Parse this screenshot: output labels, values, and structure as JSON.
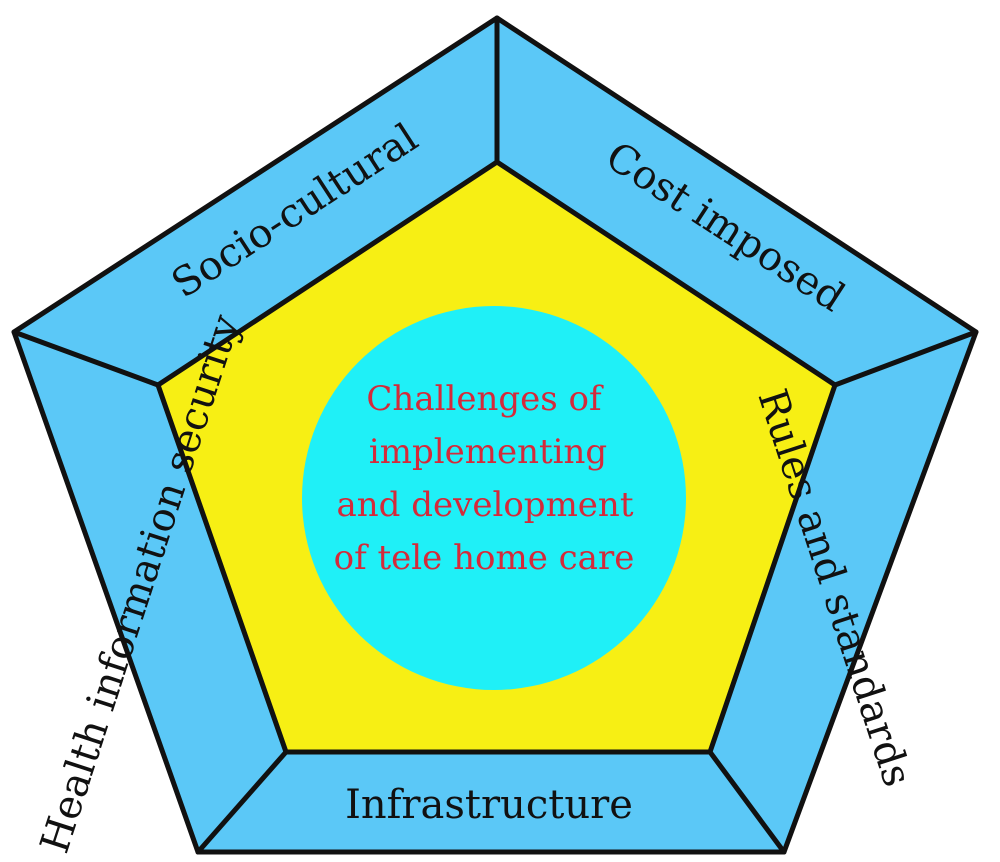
{
  "center": {
    "lines": [
      "Challenges of",
      "implementing",
      "and development",
      "of tele home care"
    ]
  },
  "sides": {
    "top_left": "Socio-cultural",
    "top_right": "Cost imposed",
    "right": "Rules and standards",
    "bottom": "Infrastructure",
    "left": "Health information security"
  },
  "colors": {
    "outer_band": "#5bc8f7",
    "inner_pentagon": "#f7ef14",
    "center_circle": "#1ff0f7",
    "center_text": "#d42a3a",
    "outline": "#111111"
  }
}
